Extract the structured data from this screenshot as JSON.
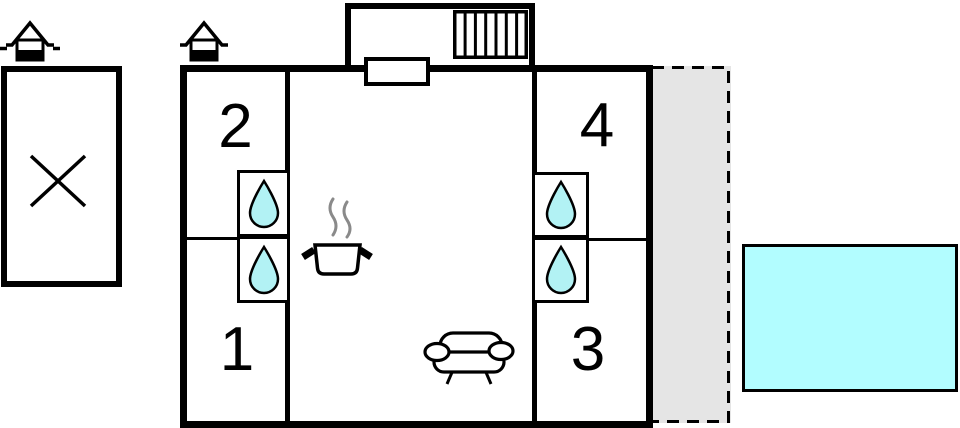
{
  "floor_plan": {
    "rooms": [
      {
        "label": "2"
      },
      {
        "label": "1"
      },
      {
        "label": "4"
      },
      {
        "label": "3"
      }
    ],
    "icons": {
      "annex_house": "house-entrance-with-dashes",
      "main_house": "house-entrance",
      "annex_cross": "x-mark",
      "stairs": "stairs-stripes",
      "door": "door-window-rectangle",
      "water_drop": "water-drop",
      "stove": "cooking-pot-with-steam",
      "sofa": "sofa",
      "terrace": "dashed-terrace",
      "pool": "swimming-pool"
    },
    "counts": {
      "water_drops": 4,
      "entrance_icons": 2
    },
    "colors": {
      "wall": "#000000",
      "water": "#b2f2f4",
      "pool": "#b2fdff",
      "terrace": "#e5e5e5",
      "steam": "#8a8a8a",
      "background": "#ffffff"
    }
  }
}
